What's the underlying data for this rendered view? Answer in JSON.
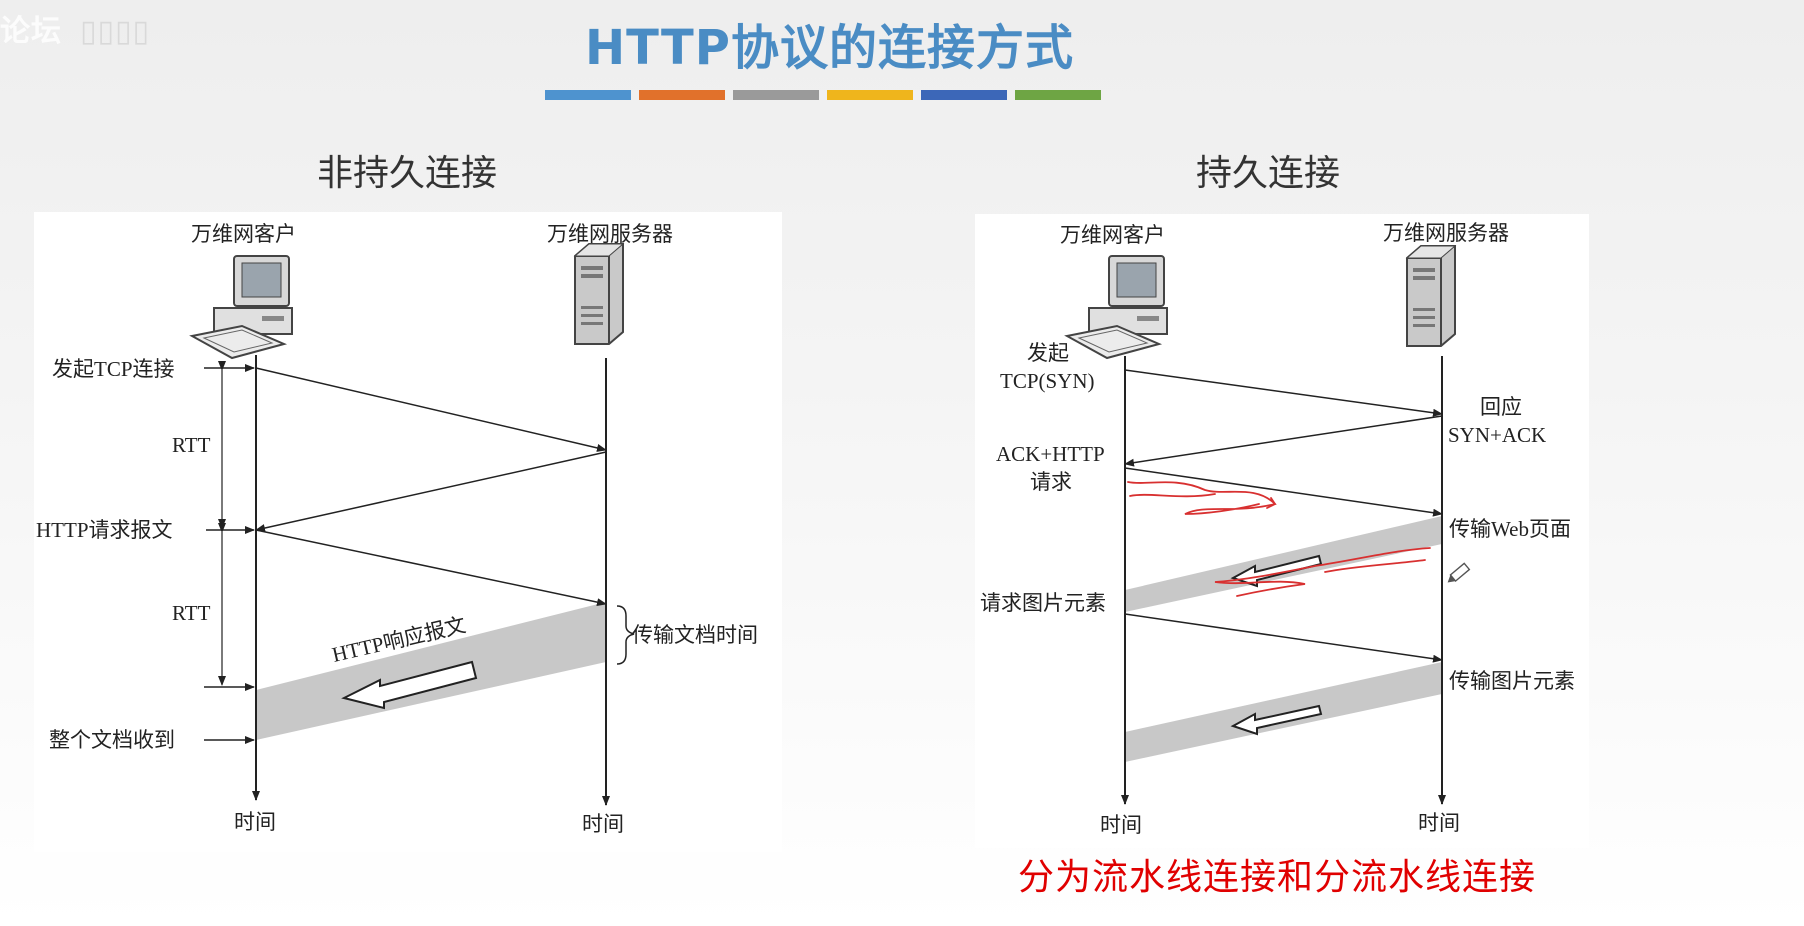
{
  "header": {
    "watermark": "论坛",
    "title": "HTTP协议的连接方式",
    "color_bar": [
      "#4e93cf",
      "#e1712b",
      "#9a9a9a",
      "#efb51c",
      "#3c67b8",
      "#6ea544"
    ]
  },
  "left": {
    "heading": "非持久连接",
    "client_label": "万维网客户",
    "server_label": "万维网服务器",
    "initiate_tcp": "发起TCP连接",
    "rtt_1": "RTT",
    "http_request": "HTTP请求报文",
    "rtt_2": "RTT",
    "http_response": "HTTP响应报文",
    "transfer_time": "传输文档时间",
    "doc_received": "整个文档收到",
    "time_client": "时间",
    "time_server": "时间"
  },
  "right": {
    "heading": "持久连接",
    "client_label": "万维网客户",
    "server_label": "万维网服务器",
    "initiate_line1": "发起",
    "initiate_line2": "TCP(SYN)",
    "reply_line1": "回应",
    "reply_line2": "SYN+ACK",
    "ack_line1": "ACK+HTTP",
    "ack_line2": "请求",
    "transfer_web": "传输Web页面",
    "request_image": "请求图片元素",
    "transfer_image": "传输图片元素",
    "time_client": "时间",
    "time_server": "时间"
  },
  "note": "分为流水线连接和分流水线连接",
  "colors": {
    "title": "#4a8cc4",
    "annotation_red": "#e00000",
    "transfer_band": "#c8c8c8"
  }
}
